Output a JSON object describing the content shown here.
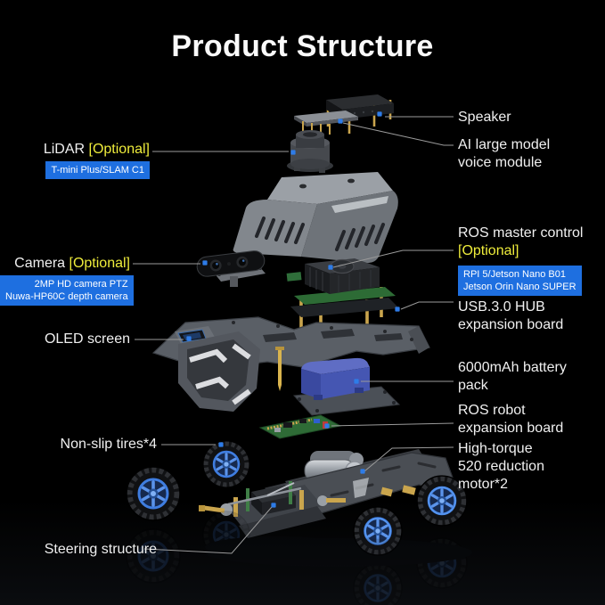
{
  "title": "Product Structure",
  "colors": {
    "background": "#000000",
    "label_text": "#f0f0f0",
    "optional_yellow": "#efed3b",
    "badge_blue": "#1e6fe0",
    "marker_blue": "#2e7ce8",
    "wheel_rim_blue": "#3f7de0",
    "battery_blue": "#4556b2",
    "shell_gray": "#82878d",
    "pcb_green": "#2e6b36"
  },
  "labels": {
    "lidar": {
      "name": "LiDAR",
      "optional": "[Optional]",
      "badge": "T-mini Plus/SLAM C1"
    },
    "camera": {
      "name": "Camera",
      "optional": "[Optional]",
      "badge_line1": "2MP HD camera PTZ",
      "badge_line2": "Nuwa-HP60C depth camera"
    },
    "oled": {
      "name": "OLED screen"
    },
    "tires": {
      "name": "Non-slip tires*4"
    },
    "steering": {
      "name": "Steering structure"
    },
    "speaker": {
      "name": "Speaker"
    },
    "voice_module": {
      "line1": "AI large model",
      "line2": "voice module"
    },
    "ros_master": {
      "name": "ROS master control",
      "optional": "[Optional]",
      "badge_line1": "RPI 5/Jetson Nano B01",
      "badge_line2": "Jetson Orin Nano SUPER"
    },
    "usb_hub": {
      "line1": "USB.3.0 HUB",
      "line2": "expansion board"
    },
    "battery": {
      "line1": "6000mAh battery",
      "line2": "pack"
    },
    "ros_expansion": {
      "line1": "ROS robot",
      "line2": "expansion board"
    },
    "motor": {
      "line1": "High-torque",
      "line2": "520 reduction",
      "line3": "motor*2"
    }
  }
}
